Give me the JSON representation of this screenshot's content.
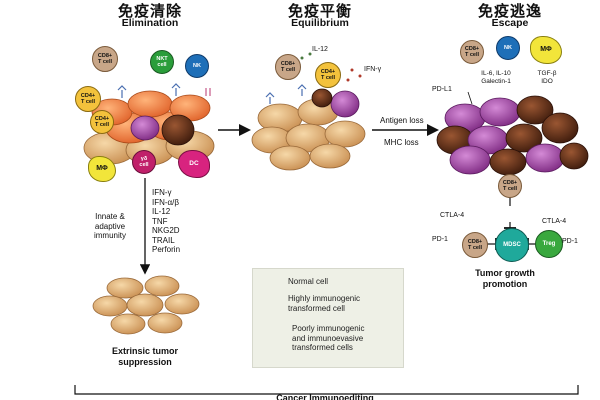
{
  "phases": {
    "elimination": {
      "title_cn": "免疫清除",
      "title_en": "Elimination"
    },
    "equilibrium": {
      "title_cn": "免疫平衡",
      "title_en": "Equilibrium"
    },
    "escape": {
      "title_cn": "免疫逃逸",
      "title_en": "Escape"
    }
  },
  "elimination": {
    "cells": {
      "cd8": "CD8+\nT cell",
      "nkt": "NKT\ncell",
      "nk": "NK",
      "cd4": "CD4+\nT cell",
      "cd4b": "CD4+\nT cell",
      "mphi": "MΦ",
      "gd": "γδ\ncell",
      "dc": "DC"
    },
    "side_label": "Innate &\nadaptive\nimmunity",
    "mediators": [
      "IFN-γ",
      "IFN-α/β",
      "IL-12",
      "TNF",
      "NKG2D",
      "TRAIL",
      "Perforin"
    ],
    "outcome": "Extrinsic tumor\nsuppression"
  },
  "equilibrium": {
    "cells": {
      "cd8": "CD8+\nT cell",
      "cd4": "CD4+\nT cell"
    },
    "cytokines": {
      "il12": "IL-12",
      "ifng": "IFN-γ"
    },
    "arrow_labels": {
      "antigen_loss": "Antigen loss",
      "mhc_loss": "MHC loss"
    }
  },
  "escape": {
    "cells": {
      "cd8": "CD8+\nT cell",
      "nk": "NK",
      "mphi": "MΦ",
      "cd8b": "CD8+\nT cell",
      "cd8c": "CD8+\nT cell",
      "mdsc": "MDSC",
      "treg": "Treg"
    },
    "labels": {
      "pdl1": "PD-L1",
      "il": "IL-6, IL-10\nGalectin-1",
      "tgfb": "TGF-β\nIDO",
      "ctla4_left": "CTLA-4",
      "pd1_left": "PD-1",
      "ctla4_right": "CTLA-4",
      "pd1_right": "PD-1"
    },
    "outcome": "Tumor growth\npromotion"
  },
  "legend": {
    "normal": "Normal cell",
    "high": "Highly immunogenic\ntransformed cell",
    "poor": "Poorly immunogenic\nand immunoevasive\ntransformed cells"
  },
  "footer": {
    "bracket_label": "Cancer Immunoediting"
  },
  "colors": {
    "normal": "#e0b47c",
    "high": "#f08a50",
    "poor_dark": "#6a3620",
    "poor_purple": "#a44aa6",
    "nk": "#1e6fb8",
    "nkt": "#2a9d3a",
    "cd4": "#f3c23c",
    "mphi": "#f2e53a",
    "dc": "#d8237f",
    "gd": "#c0206a",
    "mdsc": "#1fa99b",
    "treg": "#39a83e"
  }
}
